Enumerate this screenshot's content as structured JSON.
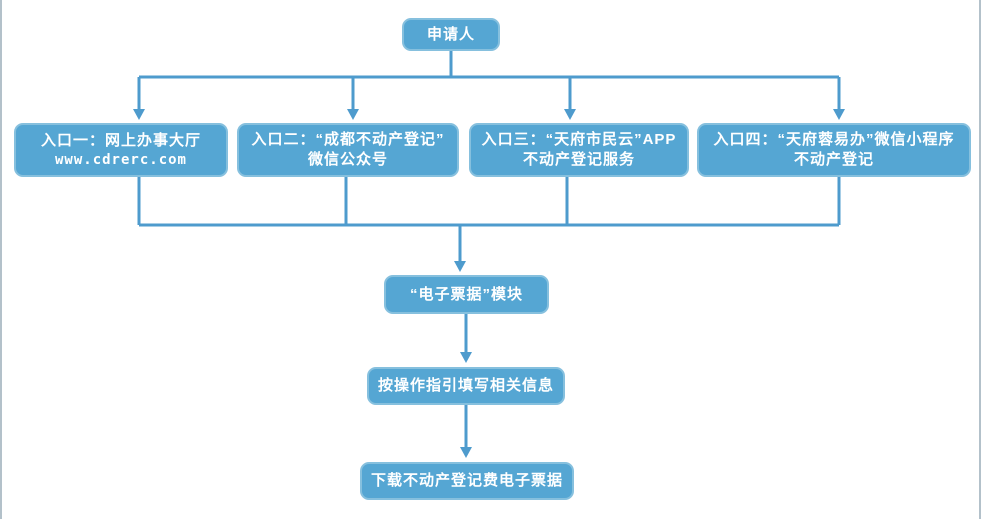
{
  "diagram": {
    "type": "flowchart",
    "colors": {
      "node_fill": "#55a6d3",
      "node_border": "#86c0de",
      "connector": "#4e9bcd",
      "text": "#ffffff",
      "page_edge": "#b3c1ca"
    },
    "start": {
      "label": "申请人"
    },
    "entries": [
      {
        "line1": "入口一：网上办事大厅",
        "line2": "www.cdrerc.com"
      },
      {
        "line1": "入口二：“成都不动产登记”",
        "line2": "微信公众号"
      },
      {
        "line1": "入口三：“天府市民云”APP",
        "line2": "不动产登记服务"
      },
      {
        "line1": "入口四：“天府蓉易办”微信小程序",
        "line2": "不动产登记"
      }
    ],
    "steps": [
      {
        "label": "“电子票据”模块"
      },
      {
        "label": "按操作指引填写相关信息"
      },
      {
        "label": "下载不动产登记费电子票据"
      }
    ]
  }
}
